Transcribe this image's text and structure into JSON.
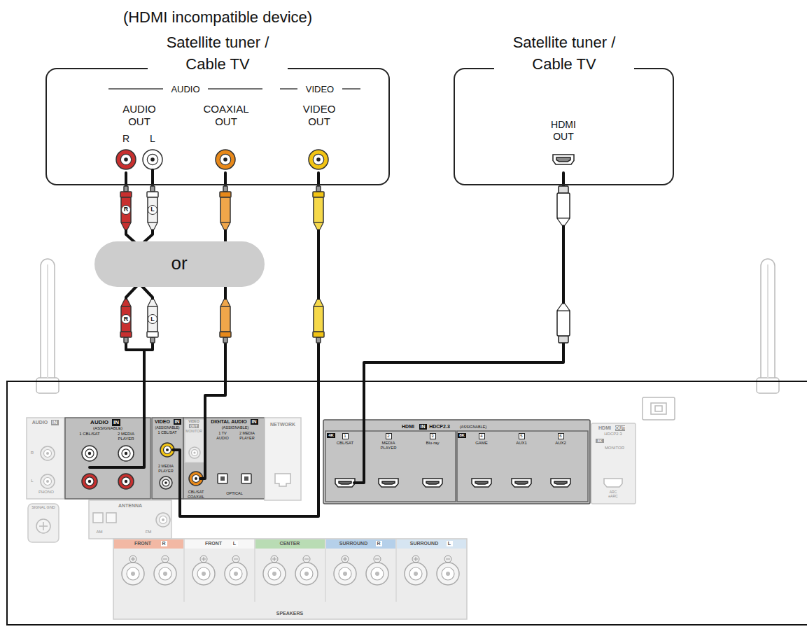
{
  "diagram": {
    "nodes": [
      {
        "text": [
          "(HDMI incompatible device)",
          "Satellite tuner / Cable TV",
          "AUDIO",
          "VIDEO"
        ]
      },
      {
        "text": [
          "AUDIO OUT",
          "R",
          "L"
        ],
        "in": 0
      },
      {
        "text": [
          "COAXIAL OUT"
        ],
        "in": 0
      },
      {
        "text": [
          "VIDEO OUT"
        ],
        "in": 0
      },
      {
        "text": [
          "Satellite tuner / Cable TV"
        ]
      },
      {
        "text": [
          "HDMI OUT"
        ],
        "in": 4
      },
      {
        "text": [
          "or"
        ]
      },
      {
        "text": [
          "AUDIO",
          "IN",
          "(ASSIGNABLE)",
          "1 CBL/SAT",
          "2 MEDIA PLAYER"
        ]
      },
      {
        "text": [
          "VIDEO",
          "IN",
          "(ASSIGNABLE)",
          "1 CBL/SAT",
          "2 MEDIA PLAYER"
        ]
      },
      {
        "text": [
          "DIGITAL AUDIO",
          "IN",
          "(ASSIGNABLE)",
          "1 TV AUDIO",
          "2 MEDIA PLAYER",
          "CBL/SAT COAXIAL",
          "OPTICAL"
        ]
      },
      {
        "text": [
          "HDMI",
          "IN",
          "HDCP2.3",
          "(ASSIGNABLE)",
          "4K",
          "1",
          "CBL/SAT",
          "2",
          "MEDIA PLAYER",
          "3",
          "Blu-ray",
          "8K",
          "4",
          "GAME",
          "5",
          "AUX1",
          "6",
          "AUX2"
        ]
      }
    ],
    "edges": [
      {
        "from": 1,
        "to": 7,
        "arrow": "none"
      },
      {
        "from": 2,
        "to": 9,
        "arrow": "none"
      },
      {
        "from": 3,
        "to": 8,
        "arrow": "none"
      },
      {
        "from": 5,
        "to": 10,
        "arrow": "none"
      }
    ],
    "labels": [
      "R",
      "L",
      "R",
      "L",
      "AUDIO",
      "IN",
      "R",
      "L",
      "PHONO",
      "SIGNAL GND",
      "VIDEO",
      "OUT",
      "MONITOR",
      "NETWORK",
      "ANTENNA",
      "AM",
      "FM",
      "HDMI",
      "OUT",
      "HDCP2.3",
      "8K",
      "MONITOR",
      "ARC eARC",
      "FRONT",
      "R",
      "FRONT",
      "L",
      "CENTER",
      "SURROUND",
      "R",
      "SURROUND",
      "L",
      "SPEAKERS"
    ]
  }
}
